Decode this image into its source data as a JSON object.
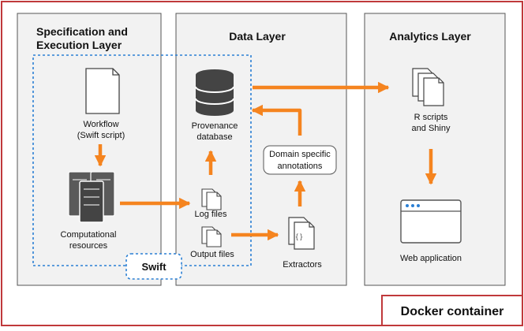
{
  "container": {
    "label": "Docker container"
  },
  "layers": {
    "spec": {
      "title_line1": "Specification and",
      "title_line2": "Execution Layer"
    },
    "data": {
      "title": "Data Layer"
    },
    "analytics": {
      "title": "Analytics Layer"
    }
  },
  "swift": {
    "label": "Swift"
  },
  "nodes": {
    "workflow": {
      "line1": "Workflow",
      "line2": "(Swift script)"
    },
    "computational": {
      "line1": "Computational",
      "line2": "resources"
    },
    "provenance": {
      "line1": "Provenance",
      "line2": "database"
    },
    "log_files": {
      "label": "Log files"
    },
    "output_files": {
      "label": "Output files"
    },
    "domain": {
      "line1": "Domain specific",
      "line2": "annotations"
    },
    "extractors": {
      "label": "Extractors",
      "glyph": "{ }"
    },
    "r_scripts": {
      "line1": "R scripts",
      "line2": "and Shiny"
    },
    "web_app": {
      "label": "Web application"
    }
  },
  "colors": {
    "arrow": "#f5841f",
    "container_border": "#c0393b",
    "panel_fill": "#f2f2f2",
    "panel_border": "#555555",
    "swift_border": "#2a7fd4",
    "icon_dark": "#5a5a5a"
  }
}
